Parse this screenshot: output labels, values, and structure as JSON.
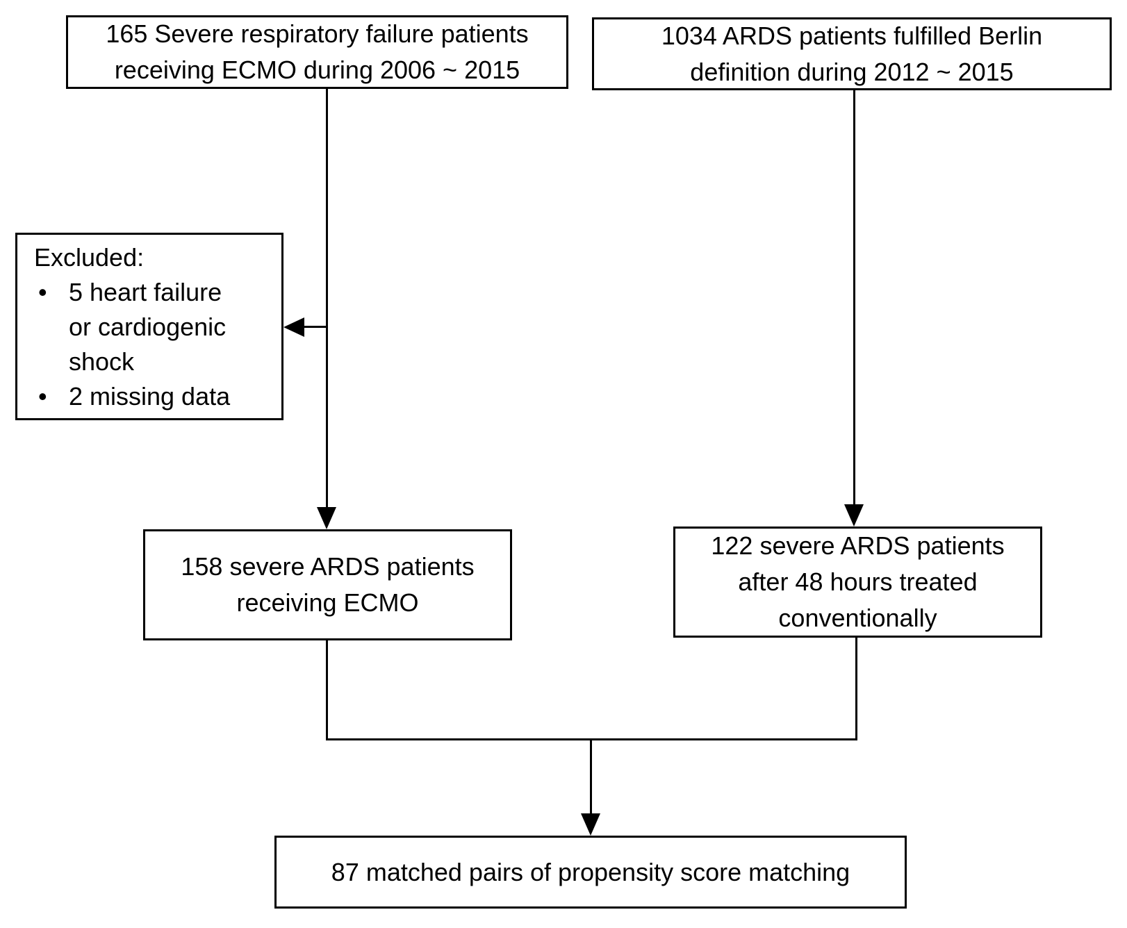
{
  "diagram": {
    "type": "flowchart",
    "colors": {
      "background": "#ffffff",
      "box_border": "#000000",
      "text": "#000000",
      "connector": "#000000"
    },
    "nodes": {
      "respiratory_source": {
        "lines": [
          "165 Severe respiratory failure patients",
          "receiving ECMO during 2006 ~ 2015"
        ]
      },
      "berlin_source": {
        "lines": [
          "1034 ARDS patients fulfilled Berlin",
          "definition during 2012 ~ 2015"
        ]
      },
      "excluded": {
        "title": "Excluded:",
        "bullet_char": "•",
        "items": [
          {
            "lines": [
              "5 heart failure",
              "or cardiogenic",
              "shock"
            ]
          },
          {
            "lines": [
              "2 missing data"
            ]
          }
        ]
      },
      "ecmo_group": {
        "lines": [
          "158 severe ARDS patients",
          "receiving ECMO"
        ]
      },
      "conventional_group": {
        "lines": [
          "122 severe ARDS patients",
          "after 48 hours treated",
          "conventionally"
        ]
      },
      "matched_pairs": {
        "lines": [
          "87 matched pairs of propensity score matching"
        ]
      }
    },
    "edges": [
      {
        "from": "respiratory_source",
        "to": "ecmo_group",
        "style": "arrow"
      },
      {
        "from": "respiratory_source",
        "to": "excluded",
        "style": "arrow-branch"
      },
      {
        "from": "berlin_source",
        "to": "conventional_group",
        "style": "arrow"
      },
      {
        "from": "ecmo_group",
        "to": "matched_pairs",
        "style": "merge-arrow"
      },
      {
        "from": "conventional_group",
        "to": "matched_pairs",
        "style": "merge-arrow"
      }
    ]
  }
}
